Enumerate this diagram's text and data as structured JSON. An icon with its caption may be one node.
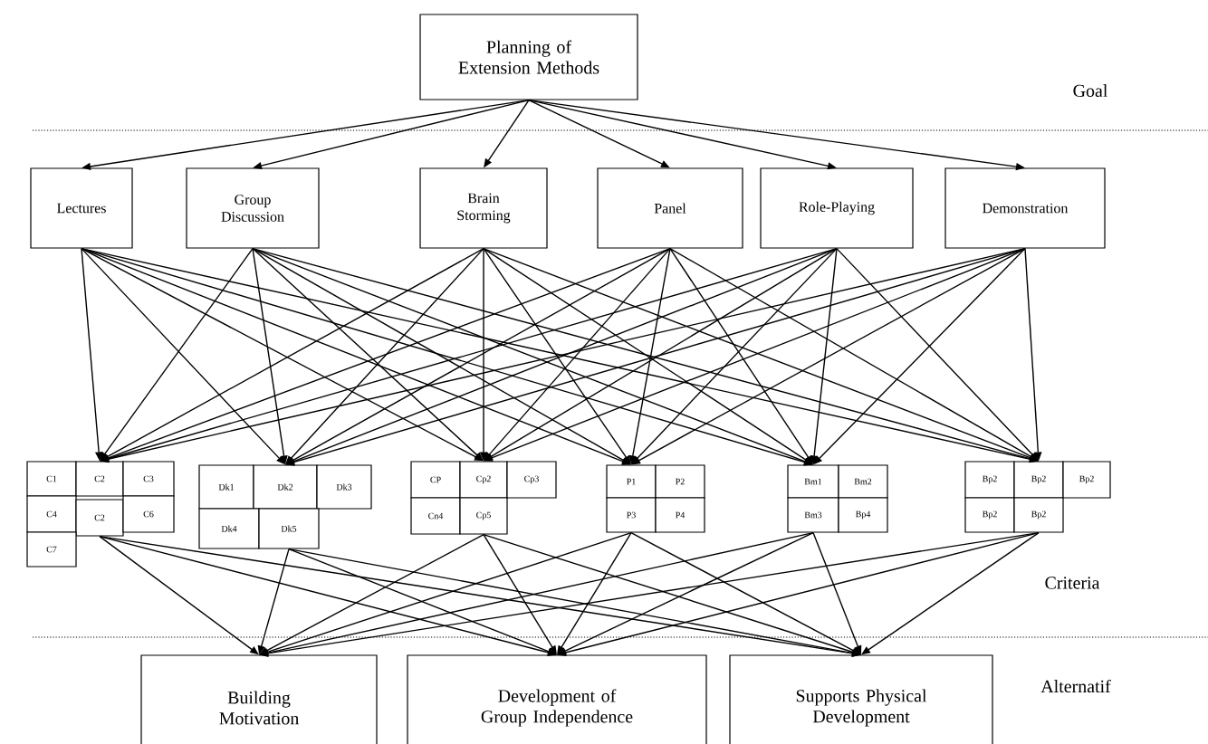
{
  "diagram": {
    "nodes": [
      {
        "text": [
          "Planning of Extension Methods"
        ]
      },
      {
        "text": [
          "Lectures"
        ]
      },
      {
        "text": [
          "Group Discussion"
        ]
      },
      {
        "text": [
          "Brain Storming"
        ]
      },
      {
        "text": [
          "Panel"
        ]
      },
      {
        "text": [
          "Role-Playing"
        ]
      },
      {
        "text": [
          "Demonstration"
        ]
      },
      {
        "text": [
          "C1"
        ]
      },
      {
        "text": [
          "C2"
        ]
      },
      {
        "text": [
          "C3"
        ]
      },
      {
        "text": [
          "C4"
        ]
      },
      {
        "text": [
          "C2"
        ]
      },
      {
        "text": [
          "C6"
        ]
      },
      {
        "text": [
          "C7"
        ]
      },
      {
        "text": [
          "Dk1"
        ]
      },
      {
        "text": [
          "Dk2"
        ]
      },
      {
        "text": [
          "Dk3"
        ]
      },
      {
        "text": [
          "Dk4"
        ]
      },
      {
        "text": [
          "Dk5"
        ]
      },
      {
        "text": [
          "CP"
        ]
      },
      {
        "text": [
          "Cp2"
        ]
      },
      {
        "text": [
          "Cp3"
        ]
      },
      {
        "text": [
          "Cn4"
        ]
      },
      {
        "text": [
          "Cp5"
        ]
      },
      {
        "text": [
          "P1"
        ]
      },
      {
        "text": [
          "P2"
        ]
      },
      {
        "text": [
          "P3"
        ]
      },
      {
        "text": [
          "P4"
        ]
      },
      {
        "text": [
          "Bm1"
        ]
      },
      {
        "text": [
          "Bm2"
        ]
      },
      {
        "text": [
          "Bm3"
        ]
      },
      {
        "text": [
          "Bp4"
        ]
      },
      {
        "text": [
          "Bp2"
        ]
      },
      {
        "text": [
          "Bp2"
        ]
      },
      {
        "text": [
          "Bp2"
        ]
      },
      {
        "text": [
          "Bp2"
        ]
      },
      {
        "text": [
          "Bp2"
        ]
      },
      {
        "text": [
          "Building Motivation"
        ]
      },
      {
        "text": [
          "Development of Group Independence"
        ]
      },
      {
        "text": [
          "Supports Physical Development"
        ]
      }
    ],
    "edges": [
      {
        "from": 0,
        "to": 1,
        "arrow": "to"
      },
      {
        "from": 0,
        "to": 2,
        "arrow": "to"
      },
      {
        "from": 0,
        "to": 3,
        "arrow": "to"
      },
      {
        "from": 0,
        "to": 4,
        "arrow": "to"
      },
      {
        "from": 0,
        "to": 5,
        "arrow": "to"
      },
      {
        "from": 0,
        "to": 6,
        "arrow": "to"
      },
      {
        "from": 1,
        "to": 8,
        "arrow": "to"
      },
      {
        "from": 1,
        "to": 15,
        "arrow": "to"
      },
      {
        "from": 1,
        "to": 20,
        "arrow": "to"
      },
      {
        "from": 1,
        "to": 24,
        "arrow": "to"
      },
      {
        "from": 1,
        "to": 28,
        "arrow": "to"
      },
      {
        "from": 1,
        "to": 33,
        "arrow": "to"
      },
      {
        "from": 2,
        "to": 8,
        "arrow": "to"
      },
      {
        "from": 2,
        "to": 15,
        "arrow": "to"
      },
      {
        "from": 2,
        "to": 20,
        "arrow": "to"
      },
      {
        "from": 2,
        "to": 24,
        "arrow": "to"
      },
      {
        "from": 2,
        "to": 28,
        "arrow": "to"
      },
      {
        "from": 2,
        "to": 33,
        "arrow": "to"
      },
      {
        "from": 3,
        "to": 8,
        "arrow": "to"
      },
      {
        "from": 3,
        "to": 15,
        "arrow": "to"
      },
      {
        "from": 3,
        "to": 20,
        "arrow": "to"
      },
      {
        "from": 3,
        "to": 24,
        "arrow": "to"
      },
      {
        "from": 3,
        "to": 28,
        "arrow": "to"
      },
      {
        "from": 3,
        "to": 33,
        "arrow": "to"
      },
      {
        "from": 4,
        "to": 8,
        "arrow": "to"
      },
      {
        "from": 4,
        "to": 15,
        "arrow": "to"
      },
      {
        "from": 4,
        "to": 20,
        "arrow": "to"
      },
      {
        "from": 4,
        "to": 24,
        "arrow": "to"
      },
      {
        "from": 4,
        "to": 28,
        "arrow": "to"
      },
      {
        "from": 4,
        "to": 33,
        "arrow": "to"
      },
      {
        "from": 5,
        "to": 8,
        "arrow": "to"
      },
      {
        "from": 5,
        "to": 15,
        "arrow": "to"
      },
      {
        "from": 5,
        "to": 20,
        "arrow": "to"
      },
      {
        "from": 5,
        "to": 24,
        "arrow": "to"
      },
      {
        "from": 5,
        "to": 28,
        "arrow": "to"
      },
      {
        "from": 5,
        "to": 33,
        "arrow": "to"
      },
      {
        "from": 6,
        "to": 8,
        "arrow": "to"
      },
      {
        "from": 6,
        "to": 15,
        "arrow": "to"
      },
      {
        "from": 6,
        "to": 20,
        "arrow": "to"
      },
      {
        "from": 6,
        "to": 24,
        "arrow": "to"
      },
      {
        "from": 6,
        "to": 28,
        "arrow": "to"
      },
      {
        "from": 6,
        "to": 33,
        "arrow": "to"
      },
      {
        "from": 11,
        "to": 37,
        "arrow": "to"
      },
      {
        "from": 11,
        "to": 38,
        "arrow": "to"
      },
      {
        "from": 11,
        "to": 39,
        "arrow": "to"
      },
      {
        "from": 18,
        "to": 37,
        "arrow": "to"
      },
      {
        "from": 18,
        "to": 38,
        "arrow": "to"
      },
      {
        "from": 18,
        "to": 39,
        "arrow": "to"
      },
      {
        "from": 23,
        "to": 37,
        "arrow": "to"
      },
      {
        "from": 23,
        "to": 38,
        "arrow": "to"
      },
      {
        "from": 23,
        "to": 39,
        "arrow": "to"
      },
      {
        "from": 26,
        "to": 37,
        "arrow": "to"
      },
      {
        "from": 26,
        "to": 38,
        "arrow": "to"
      },
      {
        "from": 26,
        "to": 39,
        "arrow": "to"
      },
      {
        "from": 30,
        "to": 37,
        "arrow": "to"
      },
      {
        "from": 30,
        "to": 38,
        "arrow": "to"
      },
      {
        "from": 30,
        "to": 39,
        "arrow": "to"
      },
      {
        "from": 36,
        "to": 37,
        "arrow": "to"
      },
      {
        "from": 36,
        "to": 38,
        "arrow": "to"
      },
      {
        "from": 36,
        "to": 39,
        "arrow": "to"
      }
    ],
    "labels": [
      "Goal",
      "Criteria",
      "Alternatif"
    ]
  }
}
